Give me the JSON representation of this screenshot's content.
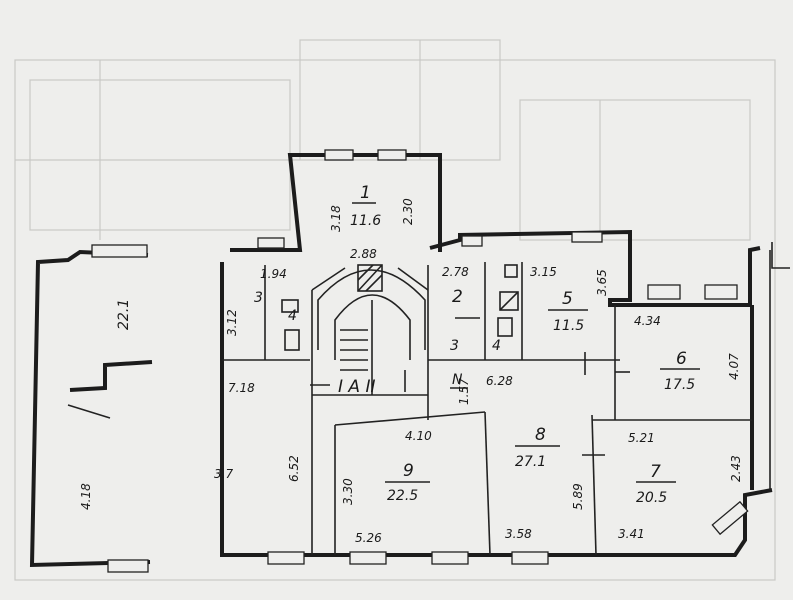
{
  "room_labels": {
    "r1_num": "1",
    "r1_area": "11.6",
    "r2_num": "2",
    "r5_num": "5",
    "r5_area": "11.5",
    "r6_num": "6",
    "r6_area": "17.5",
    "r7_num": "7",
    "r7_area": "20.5",
    "r8_num": "8",
    "r8_area": "27.1",
    "r9_num": "9",
    "r9_area": "22.5",
    "small_3a": "3",
    "small_3b": "3",
    "small_4a": "4",
    "small_4b": "4",
    "left_room_area": "22.1"
  },
  "dimensions": {
    "d_3_18": "3.18",
    "d_2_30": "2.30",
    "d_2_88": "2.88",
    "d_1_94": "1.94",
    "d_3_12": "3.12",
    "d_2_78": "2.78",
    "d_3_15": "3.15",
    "d_3_65": "3.65",
    "d_4_34": "4.34",
    "d_4_07": "4.07",
    "d_7_18": "7.18",
    "d_6_52": "6.52",
    "d_3_7": "3.7",
    "d_6_28": "6.28",
    "d_4_10": "4.10",
    "d_5_21": "5.21",
    "d_2_43": "2.43",
    "d_3_30": "3.30",
    "d_5_89": "5.89",
    "d_5_26": "5.26",
    "d_3_58": "3.58",
    "d_3_41": "3.41",
    "d_4_18": "4.18",
    "d_1_57": "1.57"
  },
  "stair_mark": "I A II",
  "n_mark": "N"
}
